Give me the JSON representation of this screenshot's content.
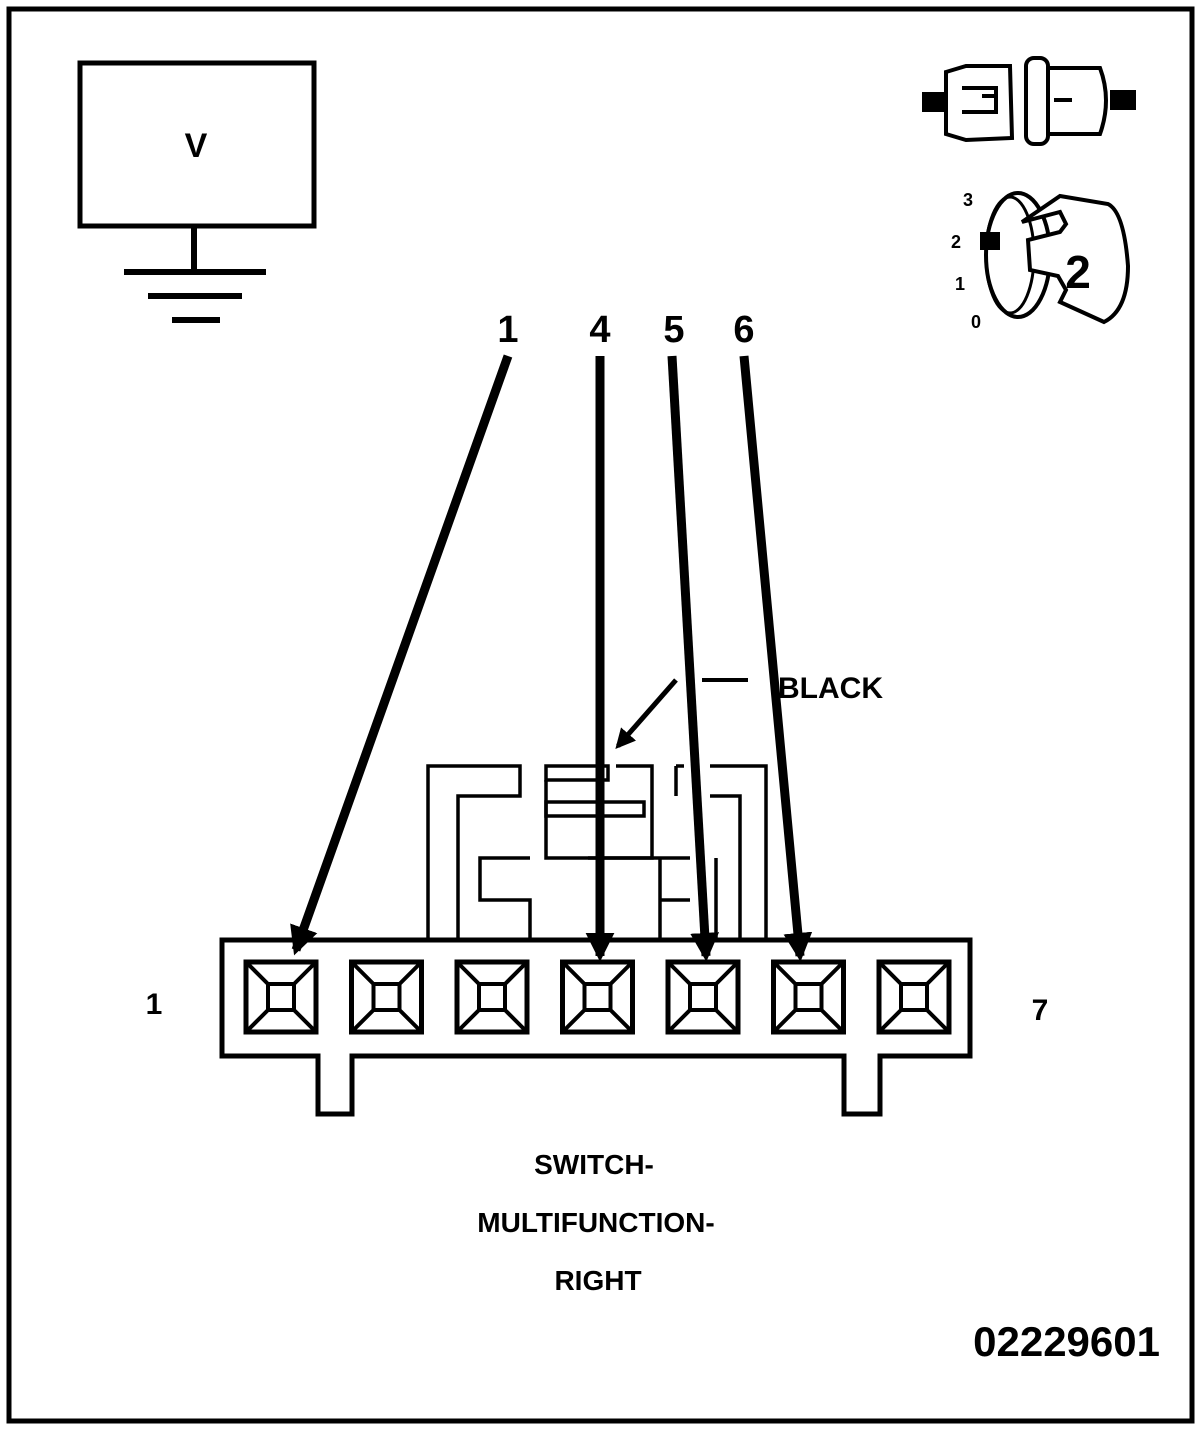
{
  "meter": {
    "label": "V"
  },
  "key_positions": [
    "3",
    "2",
    "1",
    "0"
  ],
  "key_badge": "2",
  "probe_labels": [
    "1",
    "4",
    "5",
    "6"
  ],
  "wire_color_label": "BLACK",
  "connector": {
    "end_left": "1",
    "end_right": "7",
    "pin_count": 7
  },
  "component_name": [
    "SWITCH-",
    "MULTIFUNCTION-",
    "RIGHT"
  ],
  "figure_id": "02229601",
  "colors": {
    "line": "#000000",
    "background": "#ffffff"
  }
}
